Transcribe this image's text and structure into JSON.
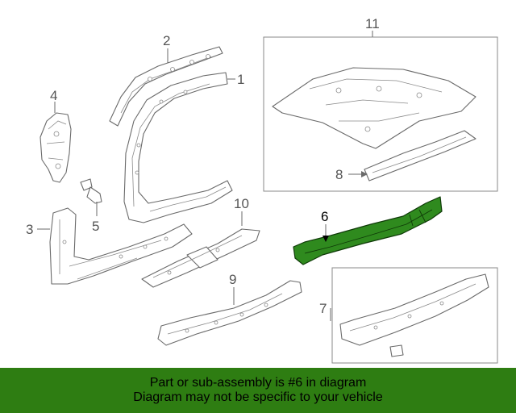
{
  "callouts": [
    {
      "id": "c1",
      "label": "1"
    },
    {
      "id": "c2",
      "label": "2"
    },
    {
      "id": "c3",
      "label": "3"
    },
    {
      "id": "c4",
      "label": "4"
    },
    {
      "id": "c5",
      "label": "5"
    },
    {
      "id": "c6",
      "label": "6"
    },
    {
      "id": "c7",
      "label": "7"
    },
    {
      "id": "c8",
      "label": "8"
    },
    {
      "id": "c9",
      "label": "9"
    },
    {
      "id": "c10",
      "label": "10"
    },
    {
      "id": "c11",
      "label": "11"
    }
  ],
  "highlighted_part": "6",
  "colors": {
    "highlight": "#2f8a1e",
    "banner": "#2e7d12"
  },
  "banner": {
    "line1": "Part or sub-assembly is #6 in diagram",
    "line2": "Diagram may not be specific to your vehicle"
  }
}
